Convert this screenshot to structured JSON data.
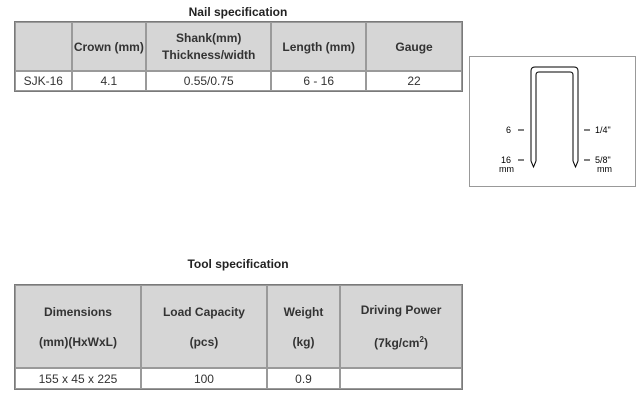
{
  "nail_spec": {
    "caption": "Nail specification",
    "headers": [
      "",
      "Crown (mm)",
      "Shank(mm)",
      "Thickness/width",
      "Length (mm)",
      "Gauge"
    ],
    "row": [
      "SJK-16",
      "4.1",
      "0.55/0.75",
      "6 - 16",
      "22"
    ]
  },
  "diagram": {
    "left_top": "6",
    "left_bottom": "16",
    "left_unit": "mm",
    "right_top": "1/4\"",
    "right_bottom": "5/8\"",
    "right_unit": "mm"
  },
  "tool_spec": {
    "caption": "Tool specification",
    "headers": {
      "dimensions": "Dimensions",
      "dimensions_unit": "(mm)(HxWxL)",
      "load": "Load Capacity",
      "load_unit": "(pcs)",
      "weight": "Weight",
      "weight_unit": "(kg)",
      "power": "Driving Power",
      "power_unit_pre": "(7kg/cm",
      "power_unit_sup": "2",
      "power_unit_post": ")"
    },
    "row": [
      "155 x 45 x 225",
      "100",
      "0.9",
      ""
    ]
  }
}
